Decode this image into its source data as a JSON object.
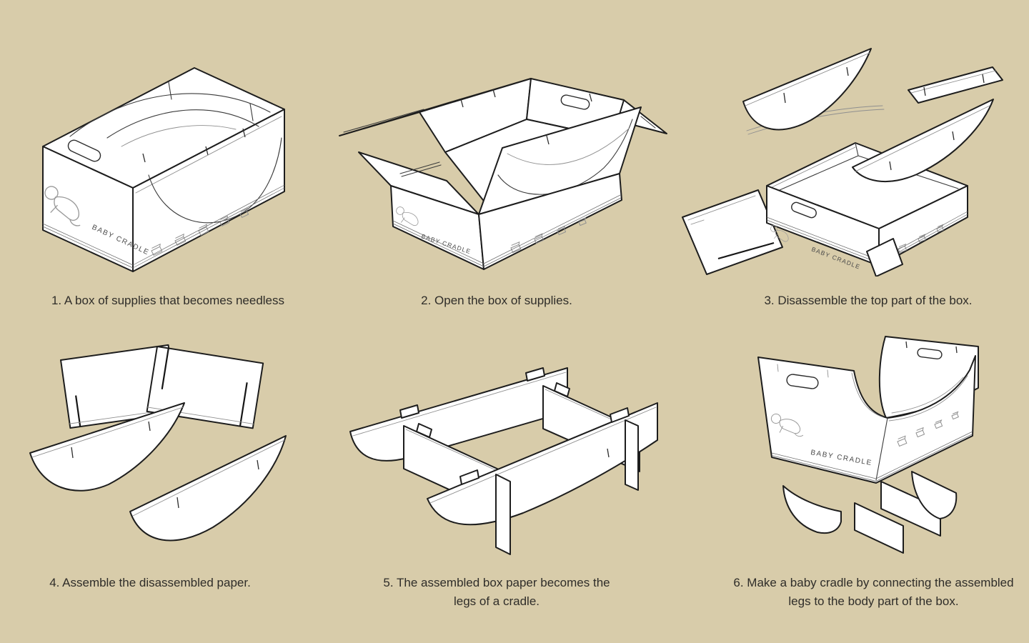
{
  "background_color": "#d8ccaa",
  "paper_color": "#ffffff",
  "ink_color": "#1d1d1d",
  "caption_color": "#2f2d29",
  "box_label": "BABY CRADLE",
  "steps": [
    {
      "number": 1,
      "caption": "1. A box of supplies that becomes needless"
    },
    {
      "number": 2,
      "caption": "2. Open the box of supplies."
    },
    {
      "number": 3,
      "caption": "3.  Disassemble the top part of the box."
    },
    {
      "number": 4,
      "caption": "4. Assemble the disassembled paper."
    },
    {
      "number": 5,
      "caption": "5. The assembled box paper becomes the legs of a cradle."
    },
    {
      "number": 6,
      "caption": "6. Make a baby cradle by connecting the assembled legs to the body part of the box."
    }
  ]
}
